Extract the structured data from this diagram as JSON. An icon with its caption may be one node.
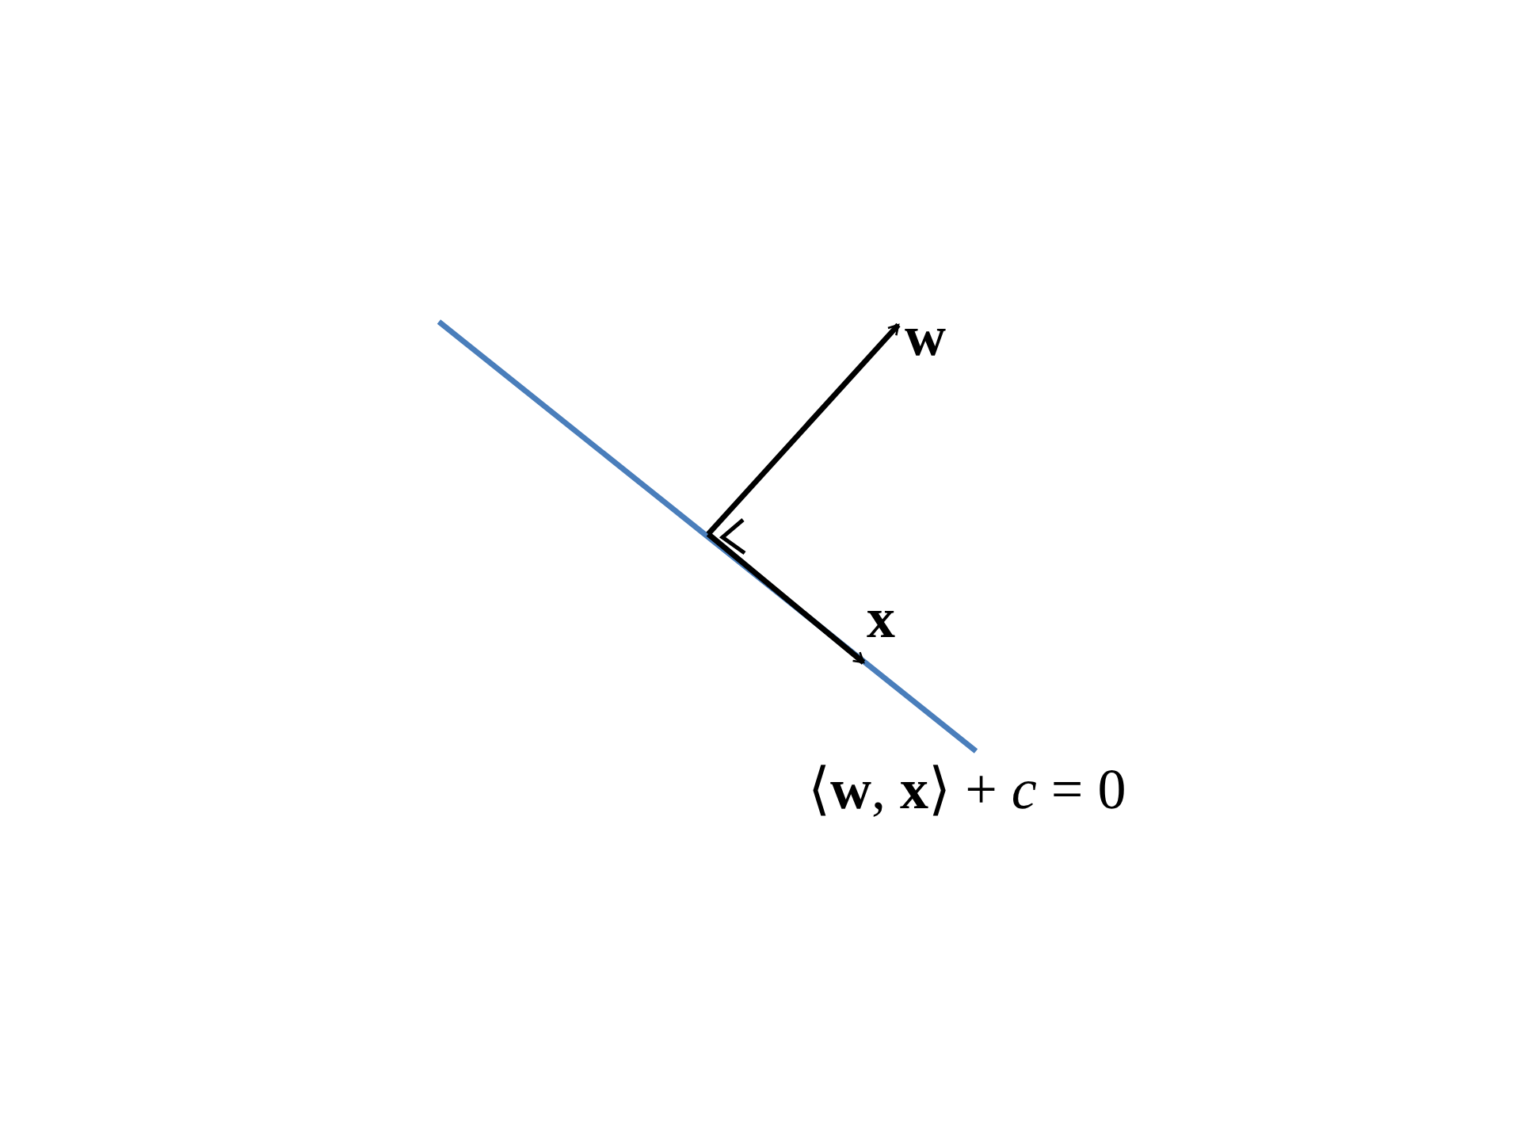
{
  "diagram": {
    "nodes": [
      {
        "text": [],
        "shape": "right-angle"
      },
      {
        "text": [
          "w"
        ]
      },
      {
        "text": [
          "x"
        ]
      }
    ],
    "edges": [
      {
        "from": 0,
        "to": 1,
        "arrow": "to"
      },
      {
        "from": 0,
        "to": 2,
        "arrow": "to"
      }
    ],
    "labels": [
      "⟨**w**, **x**⟩ + *c* = 0"
    ]
  }
}
